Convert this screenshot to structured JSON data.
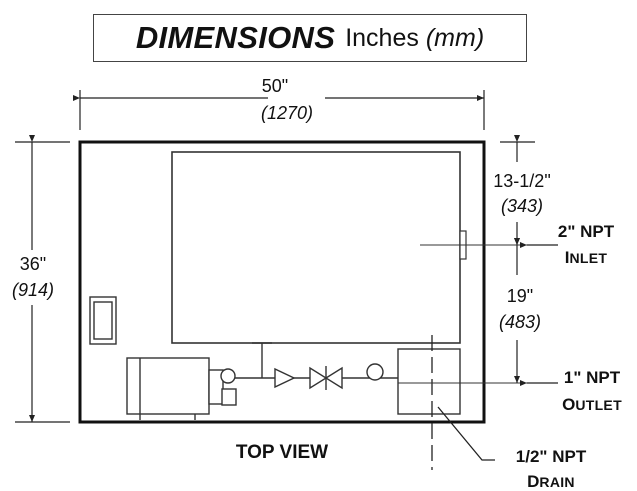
{
  "title": {
    "strong": "DIMENSIONS",
    "units": "Inches",
    "mm": "(mm)"
  },
  "dimensions": {
    "width": {
      "in": "50\"",
      "mm": "(1270)"
    },
    "depth": {
      "in": "36\"",
      "mm": "(914)"
    },
    "inlet_offset": {
      "in": "13-1/2\"",
      "mm": "(343)"
    },
    "outlet_offset": {
      "in": "19\"",
      "mm": "(483)"
    }
  },
  "connections": {
    "inlet": {
      "size": "2\" NPT",
      "name_first": "I",
      "name_rest": "NLET"
    },
    "outlet": {
      "size": "1\" NPT",
      "name_first": "O",
      "name_rest": "UTLET"
    },
    "drain": {
      "size": "1/2\" NPT",
      "name_first": "D",
      "name_rest": "RAIN"
    }
  },
  "view_label": "TOP VIEW"
}
